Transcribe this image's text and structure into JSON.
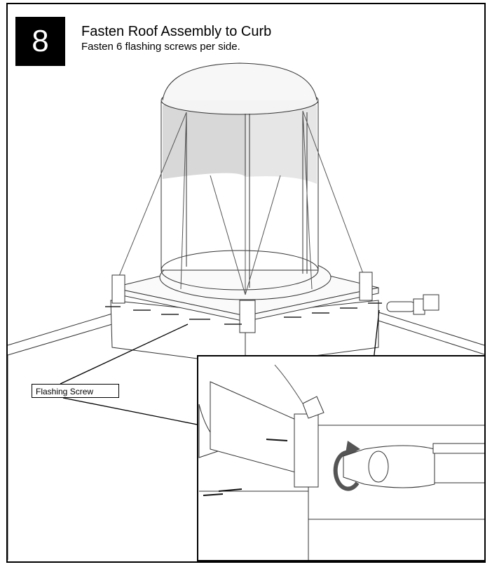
{
  "step": {
    "number": "8",
    "title": "Fasten Roof Assembly to Curb",
    "subtitle": "Fasten 6 flashing screws per side."
  },
  "callout": {
    "label": "Flashing Screw"
  },
  "colors": {
    "frame": "#000000",
    "badge_background": "#000000",
    "badge_text": "#ffffff",
    "shade_fill": "#d8d8d8",
    "line_art": "#333333"
  },
  "icons": [
    "rotation-arrow-icon",
    "drill-icon"
  ]
}
